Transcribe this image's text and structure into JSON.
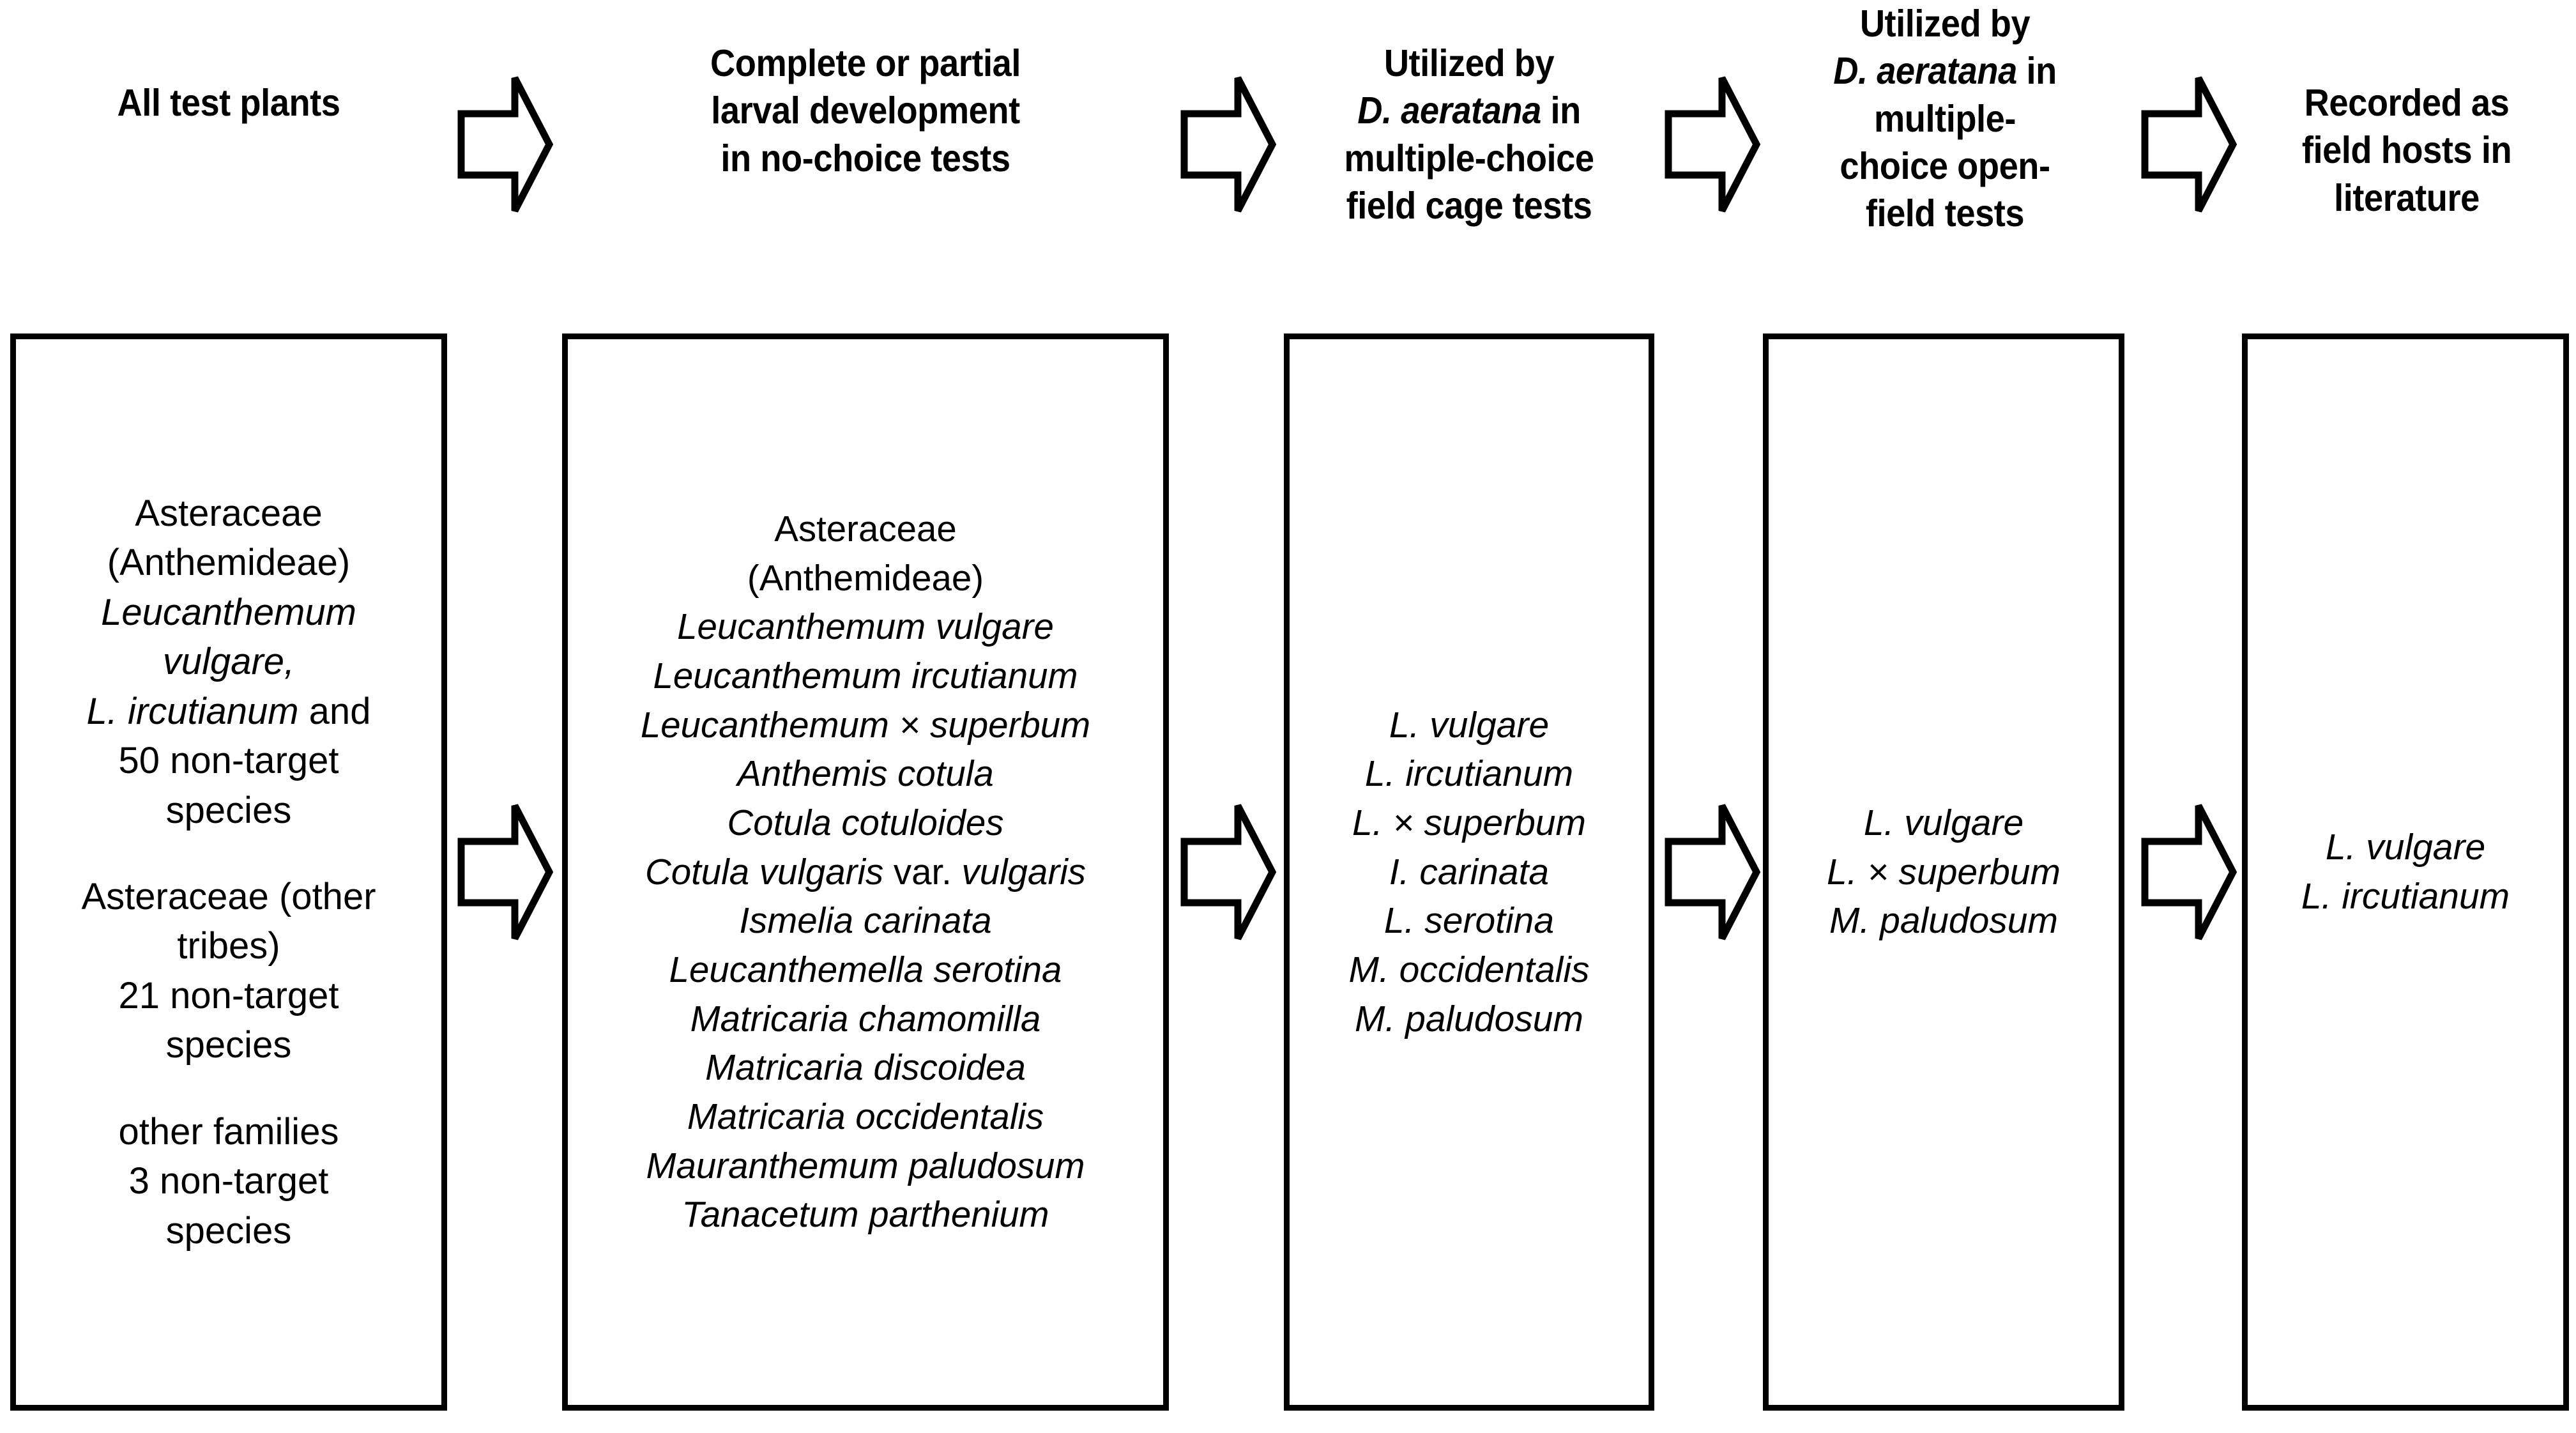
{
  "diagram": {
    "title_present": false,
    "type": "host-specificity-filter-flow",
    "stages": [
      {
        "id": "stage-1",
        "header": [
          {
            "text": "All test plants",
            "italic": false
          }
        ],
        "box_lines": [
          {
            "text": "Asteraceae",
            "style": "roman"
          },
          {
            "text": "(Anthemideae)",
            "style": "roman"
          },
          {
            "text": "Leucanthemum",
            "style": "italic"
          },
          {
            "text": "vulgare,",
            "style": "italic"
          },
          {
            "text": "L. ircutianum and",
            "style": "mixed-italic-roman",
            "italic_part": "L. ircutianum",
            "roman_part": " and"
          },
          {
            "text": "50 non-target",
            "style": "roman"
          },
          {
            "text": "species",
            "style": "roman"
          },
          {
            "text": "",
            "style": "spacer"
          },
          {
            "text": "Asteraceae (other",
            "style": "roman"
          },
          {
            "text": "tribes)",
            "style": "roman"
          },
          {
            "text": "21 non-target",
            "style": "roman"
          },
          {
            "text": "species",
            "style": "roman"
          },
          {
            "text": "",
            "style": "spacer"
          },
          {
            "text": "other families",
            "style": "roman"
          },
          {
            "text": "3 non-target",
            "style": "roman"
          },
          {
            "text": "species",
            "style": "roman"
          }
        ]
      },
      {
        "id": "stage-2",
        "header": [
          {
            "text": "Complete or partial",
            "italic": false
          },
          {
            "text": "larval development",
            "italic": false
          },
          {
            "text": "in no-choice tests",
            "italic": false
          }
        ],
        "box_lines": [
          {
            "text": "Asteraceae",
            "style": "roman"
          },
          {
            "text": "(Anthemideae)",
            "style": "roman"
          },
          {
            "text": "Leucanthemum  vulgare",
            "style": "italic"
          },
          {
            "text": "Leucanthemum  ircutianum",
            "style": "italic"
          },
          {
            "text": "Leucanthemum  × superbum",
            "style": "italic"
          },
          {
            "text": "Anthemis cotula",
            "style": "italic"
          },
          {
            "text": "Cotula cotuloides",
            "style": "italic"
          },
          {
            "text": "Cotula vulgaris var. vulgaris",
            "style": "mixed-italic-roman",
            "italic_part": "Cotula vulgaris",
            "roman_part": " var. ",
            "italic_part2": "vulgaris"
          },
          {
            "text": "Ismelia carinata",
            "style": "italic"
          },
          {
            "text": "Leucanthemella  serotina",
            "style": "italic"
          },
          {
            "text": "Matricaria chamomilla",
            "style": "italic"
          },
          {
            "text": "Matricaria discoidea",
            "style": "italic"
          },
          {
            "text": "Matricaria occidentalis",
            "style": "italic"
          },
          {
            "text": "Mauranthemum  paludosum",
            "style": "italic"
          },
          {
            "text": "Tanacetum parthenium",
            "style": "italic"
          }
        ]
      },
      {
        "id": "stage-3",
        "header": [
          {
            "text": "Utilized by",
            "italic": false
          },
          {
            "text": "D. aeratana in",
            "italic": true,
            "roman_tail": " in"
          },
          {
            "text": "multiple-choice",
            "italic": false
          },
          {
            "text": "field cage tests",
            "italic": false
          }
        ],
        "box_lines": [
          {
            "text": "L. vulgare",
            "style": "italic"
          },
          {
            "text": "L. ircutianum",
            "style": "italic"
          },
          {
            "text": "L. × superbum",
            "style": "italic"
          },
          {
            "text": "I. carinata",
            "style": "italic"
          },
          {
            "text": "L. serotina",
            "style": "italic"
          },
          {
            "text": "M. occidentalis",
            "style": "italic"
          },
          {
            "text": "M. paludosum",
            "style": "italic"
          }
        ]
      },
      {
        "id": "stage-4",
        "header": [
          {
            "text": "Utilized by",
            "italic": false
          },
          {
            "text": "D. aeratana in",
            "italic": true,
            "roman_tail": " in"
          },
          {
            "text": "multiple-",
            "italic": false
          },
          {
            "text": "choice open-",
            "italic": false
          },
          {
            "text": "field tests",
            "italic": false
          }
        ],
        "box_lines": [
          {
            "text": "L. vulgare",
            "style": "italic"
          },
          {
            "text": "L. × superbum",
            "style": "italic"
          },
          {
            "text": "M. paludosum",
            "style": "italic"
          }
        ]
      },
      {
        "id": "stage-5",
        "header": [
          {
            "text": "Recorded as",
            "italic": false
          },
          {
            "text": "field hosts in",
            "italic": false
          },
          {
            "text": "literature",
            "italic": false
          }
        ],
        "box_lines": [
          {
            "text": "L. vulgare",
            "style": "italic"
          },
          {
            "text": "L. ircutianum",
            "style": "italic"
          }
        ]
      }
    ],
    "arrows": [
      {
        "id": "arrow-header-1",
        "between": [
          "stage-1",
          "stage-2"
        ],
        "direction": "right"
      },
      {
        "id": "arrow-header-2",
        "between": [
          "stage-2",
          "stage-3"
        ],
        "direction": "right"
      },
      {
        "id": "arrow-header-3",
        "between": [
          "stage-3",
          "stage-4"
        ],
        "direction": "right"
      },
      {
        "id": "arrow-header-4",
        "between": [
          "stage-4",
          "stage-5"
        ],
        "direction": "right"
      },
      {
        "id": "arrow-body-1",
        "between": [
          "stage-1",
          "stage-2"
        ],
        "direction": "right"
      },
      {
        "id": "arrow-body-2",
        "between": [
          "stage-2",
          "stage-3"
        ],
        "direction": "right"
      },
      {
        "id": "arrow-body-3",
        "between": [
          "stage-3",
          "stage-4"
        ],
        "direction": "right"
      },
      {
        "id": "arrow-body-4",
        "between": [
          "stage-4",
          "stage-5"
        ],
        "direction": "right"
      }
    ],
    "colors": {
      "stroke": "#000000",
      "background": "#ffffff",
      "text": "#000000"
    }
  }
}
